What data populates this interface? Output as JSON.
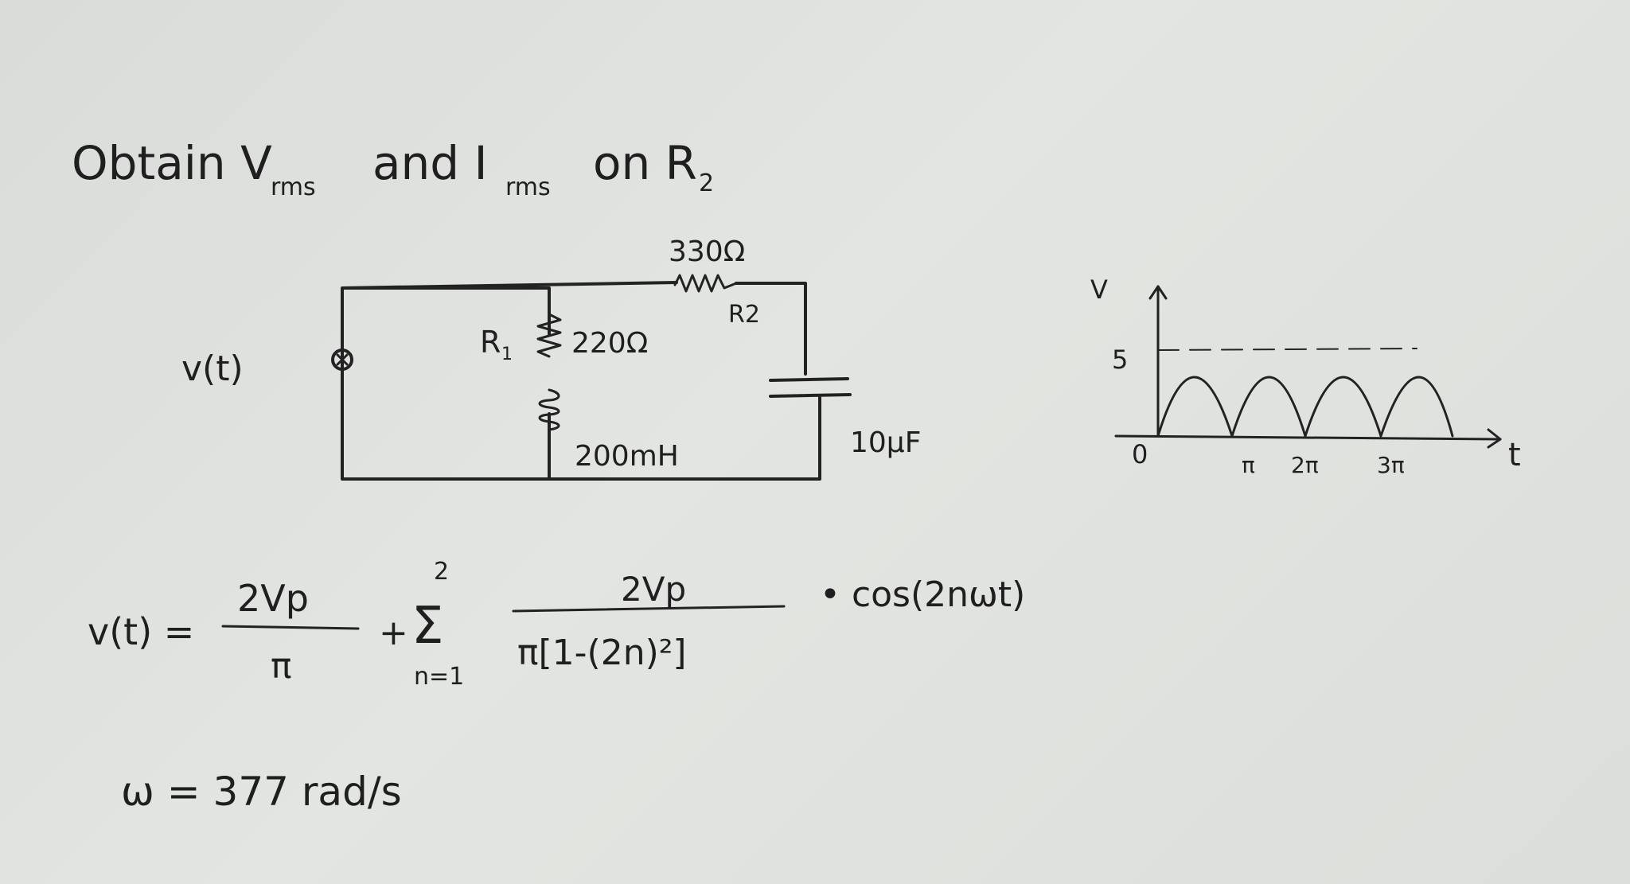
{
  "problem": {
    "prefix": "Obtain V",
    "v_sub": "rms",
    "and": "and I",
    "i_sub": "rms",
    "on": "on R",
    "on_sub": "2"
  },
  "circuit": {
    "source_label": "v(t)",
    "r1_label": "R",
    "r1_sub": "1",
    "r1_value": "220Ω",
    "r2_value": "330Ω",
    "r2_label": "R2",
    "inductor_value": "200mH",
    "capacitor_value": "10μF"
  },
  "waveform": {
    "y_axis": "V",
    "y_tick": "5",
    "origin": "0",
    "x_ticks": [
      "π",
      "2π",
      "3π"
    ],
    "x_axis": "t"
  },
  "equation": {
    "lhs": "v(t) =",
    "term1_num": "2Vp",
    "term1_den": "π",
    "plus": "+",
    "sum_upper": "2",
    "sum_symbol": "Σ",
    "sum_lower": "n=1",
    "term2_num": "2Vp",
    "term2_den": "π[1-(2n)²]",
    "tail": "• cos(2nωt)"
  },
  "omega": "ω = 377 rad/s"
}
